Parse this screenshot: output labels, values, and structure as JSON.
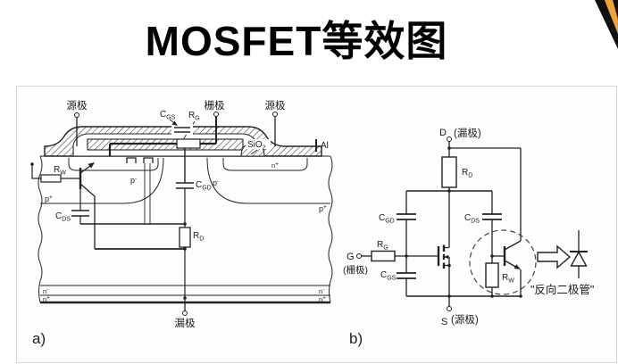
{
  "title": "MOSFET等效图",
  "figure_a": {
    "caption": "a)",
    "terminals": {
      "source_left": "源极",
      "gate": "栅极",
      "source_right": "源极",
      "drain": "漏极"
    },
    "labels": {
      "cgs": {
        "base": "C",
        "sub": "GS"
      },
      "rg": {
        "base": "R",
        "sub": "G"
      },
      "cgd": {
        "base": "C",
        "sub": "GD"
      },
      "cds": {
        "base": "C",
        "sub": "DS"
      },
      "rw": {
        "base": "R",
        "sub": "W"
      },
      "rd": {
        "base": "R",
        "sub": "D"
      },
      "al": "Al",
      "sio2": {
        "base": "SiO",
        "sub": "2"
      },
      "n_plus_top": {
        "base": "n",
        "sup": "+"
      },
      "p_minus_left": {
        "base": "p",
        "sup": "-"
      },
      "p_minus_mid": {
        "base": "p",
        "sup": "-"
      },
      "p_plus_left": {
        "base": "p",
        "sup": "+"
      },
      "p_plus_right": {
        "base": "p",
        "sup": "+"
      },
      "n_minus_left": {
        "base": "n",
        "sup": "-"
      },
      "n_plus_bottom_left": {
        "base": "n",
        "sup": "+"
      },
      "n_minus_right": {
        "base": "n",
        "sup": "-"
      },
      "n_plus_bottom_right": {
        "base": "n",
        "sup": "+"
      }
    }
  },
  "figure_b": {
    "caption": "b)",
    "terminals": {
      "drain_letter": "D",
      "drain_name": "(漏极)",
      "gate_letter": "G",
      "gate_name": "(栅极)",
      "source_letter": "S",
      "source_name": "(源极)"
    },
    "labels": {
      "rd": {
        "base": "R",
        "sub": "D"
      },
      "rg": {
        "base": "R",
        "sub": "G"
      },
      "rw": {
        "base": "R",
        "sub": "W"
      },
      "cgd": {
        "base": "C",
        "sub": "GD"
      },
      "cds": {
        "base": "C",
        "sub": "DS"
      },
      "cgs": {
        "base": "C",
        "sub": "GS"
      }
    },
    "annotation": "\"反向二极管\""
  },
  "colors": {
    "ink": "#1a1a1a",
    "panel_border": "#d8d8d8",
    "panel_bg": "#fdfdfd",
    "accent_orange": "#f0a232"
  }
}
